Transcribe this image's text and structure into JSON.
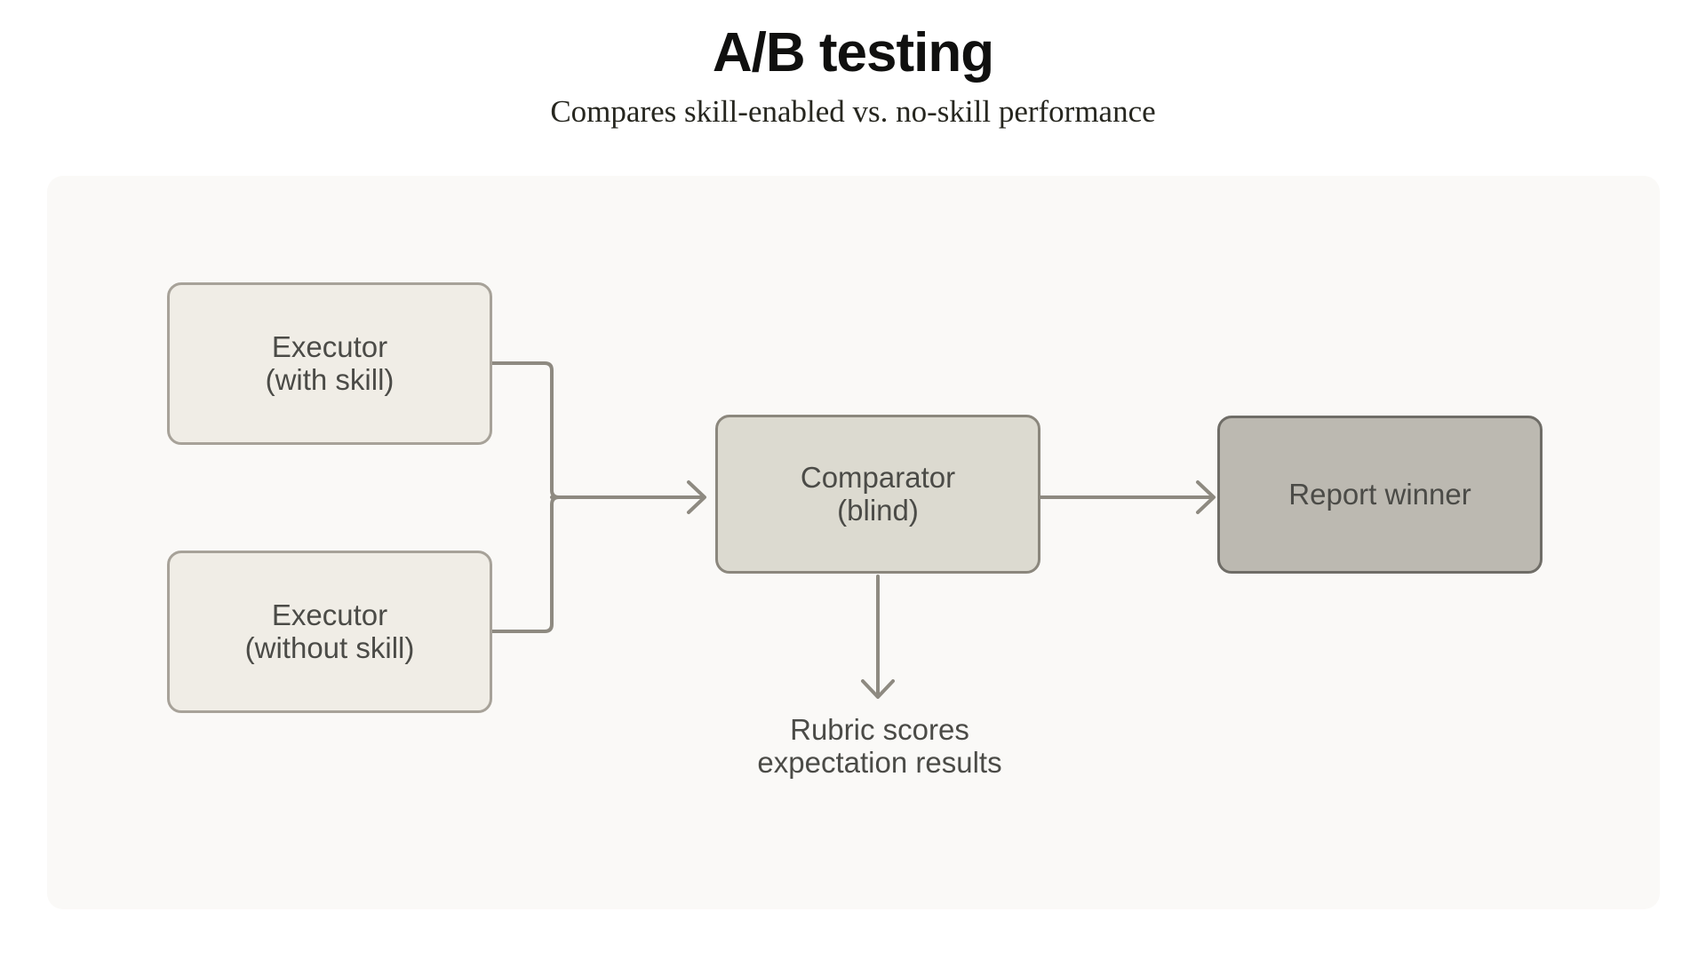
{
  "header": {
    "title": "A/B testing",
    "subtitle": "Compares skill-enabled vs. no-skill performance"
  },
  "diagram": {
    "nodes": [
      {
        "id": "executor-with-skill",
        "line1": "Executor",
        "line2": "(with skill)",
        "fill": "#f0ede6",
        "stroke": "#a7a299"
      },
      {
        "id": "executor-without-skill",
        "line1": "Executor",
        "line2": "(without skill)",
        "fill": "#f0ede6",
        "stroke": "#a7a299"
      },
      {
        "id": "comparator",
        "line1": "Comparator",
        "line2": "(blind)",
        "fill": "#dcdad0",
        "stroke": "#8b877d"
      },
      {
        "id": "report-winner",
        "line1": "Report winner",
        "line2": "",
        "fill": "#bcb9b1",
        "stroke": "#6f6d67"
      }
    ],
    "labels": [
      {
        "id": "rubric-output",
        "line1": "Rubric scores",
        "line2": "expectation results"
      }
    ],
    "edges": [
      {
        "from": "executor-with-skill",
        "to": "comparator",
        "style": "elbow-arrow"
      },
      {
        "from": "executor-without-skill",
        "to": "comparator",
        "style": "elbow-arrow"
      },
      {
        "from": "comparator",
        "to": "report-winner",
        "style": "straight-arrow"
      },
      {
        "from": "comparator",
        "to": "rubric-output",
        "style": "down-arrow"
      }
    ],
    "colors": {
      "panel_background": "#faf9f7",
      "edge_stroke": "#8e8a81",
      "text": "#4b4b47",
      "page_background": "#ffffff"
    }
  }
}
